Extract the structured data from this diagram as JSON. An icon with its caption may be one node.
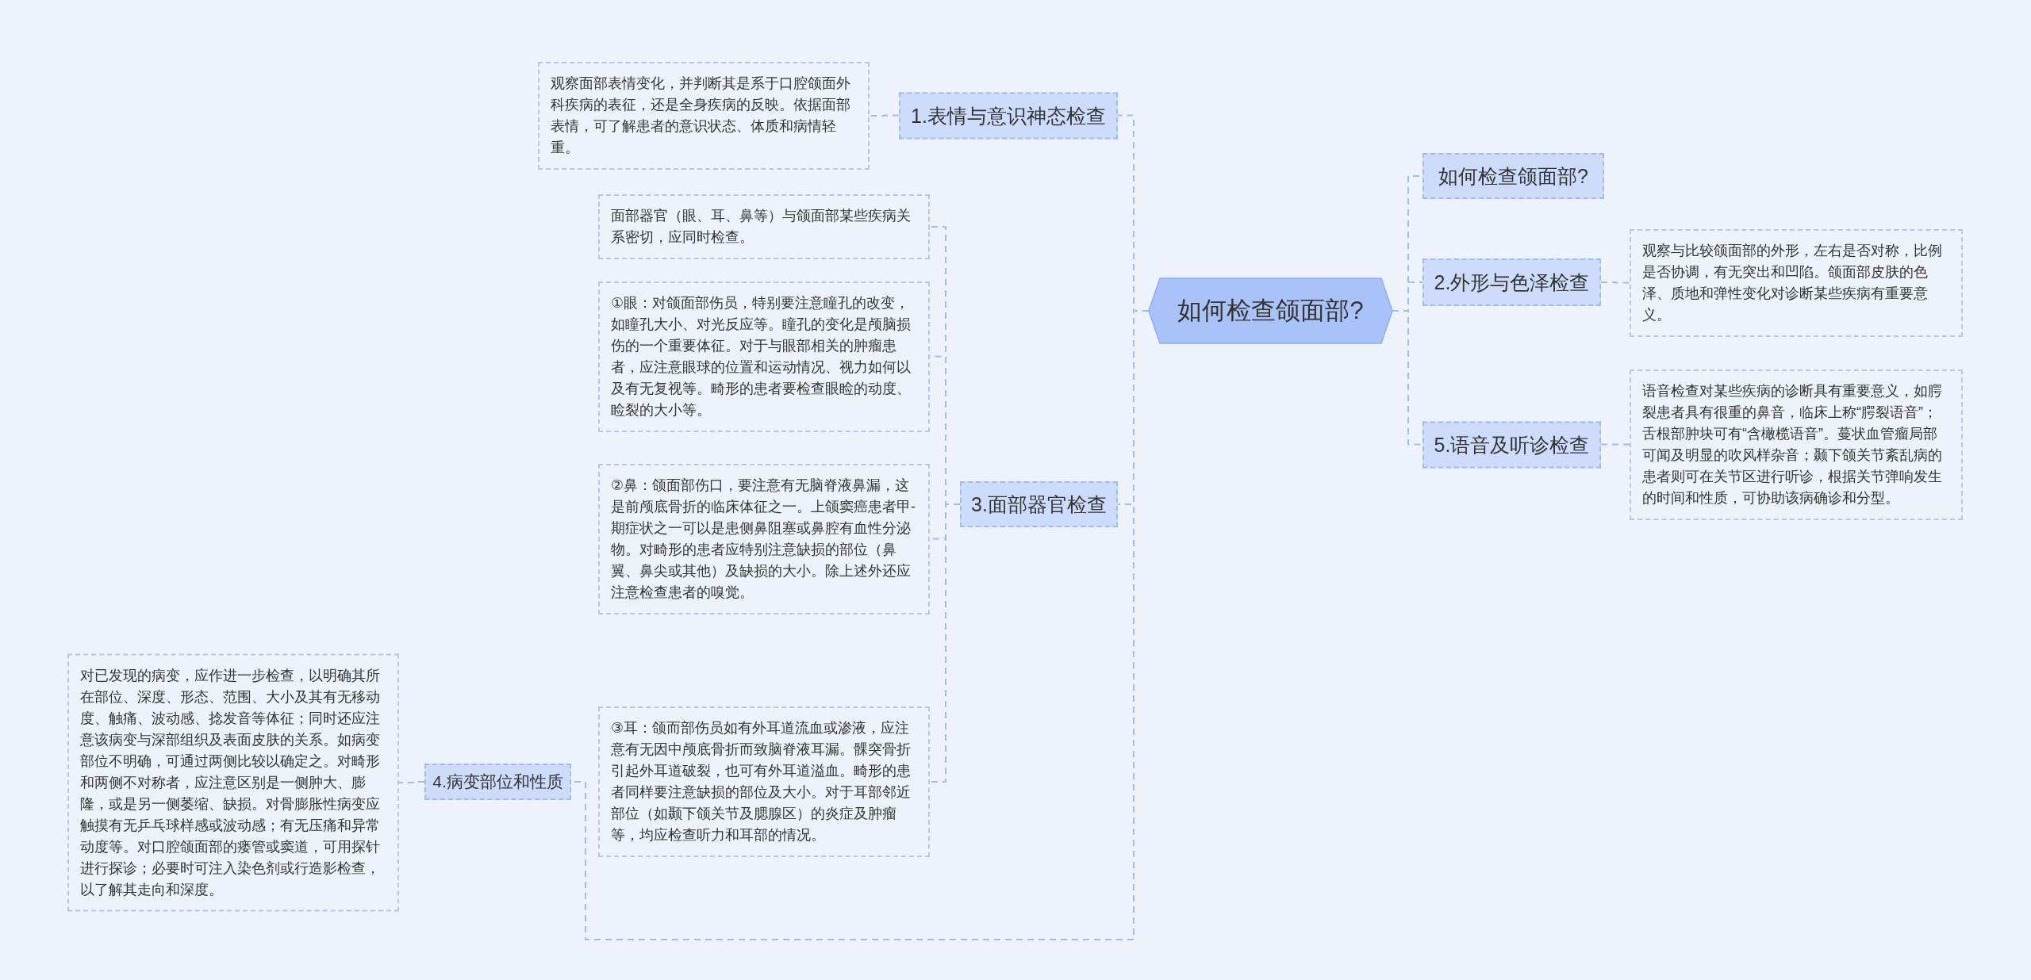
{
  "diagram": {
    "nodes": [
      {
        "text": [
          "如何检查颌面部?"
        ]
      },
      {
        "text": [
          "1.表情与意识神态检查"
        ]
      },
      {
        "text": [
          "观察面部表情变化，并判断其是系于口腔颌面外科疾病的表征，还是全身疾病的反映。依据面部表情，可了解患者的意识状态、体质和病情轻重。"
        ]
      },
      {
        "text": [
          "3.面部器官检查"
        ]
      },
      {
        "text": [
          "面部器官（眼、耳、鼻等）与颌面部某些疾病关系密切，应同时检查。"
        ]
      },
      {
        "text": [
          "①眼：对颌面部伤员，特别要注意瞳孔的改变，如瞳孔大小、对光反应等。瞳孔的变化是颅脑损伤的一个重要体征。对于与眼部相关的肿瘤患者，应注意眼球的位置和运动情况、视力如何以及有无复视等。畸形的患者要检查眼睑的动度、睑裂的大小等。"
        ]
      },
      {
        "text": [
          "②鼻：颌面部伤口，要注意有无脑脊液鼻漏，这是前颅底骨折的临床体征之一。上颌窦癌患者甲-期症状之一可以是患侧鼻阻塞或鼻腔有血性分泌物。对畸形的患者应特别注意缺损的部位（鼻翼、鼻尖或其他）及缺损的大小。除上述外还应注意检查患者的嗅觉。"
        ]
      },
      {
        "text": [
          "③耳：颌而部伤员如有外耳道流血或渗液，应注意有无因中颅底骨折而致脑脊液耳漏。髁突骨折引起外耳道破裂，也可有外耳道溢血。畸形的患者同样要注意缺损的部位及大小。对于耳部邻近部位（如颞下颌关节及腮腺区）的炎症及肿瘤等，均应检查听力和耳部的情况。"
        ]
      },
      {
        "text": [
          "4.病变部位和性质"
        ]
      },
      {
        "text": [
          "对已发现的病变，应作进一步检查，以明确其所在部位、深度、形态、范围、大小及其有无移动度、触痛、波动感、捻发音等体征；同时还应注意该病变与深部组织及表面皮肤的关系。如病变部位不明确，可通过两侧比较以确定之。对畸形和两侧不对称者，应注意区别是一侧肿大、膨隆，或是另一侧萎缩、缺损。对骨膨胀性病变应触摸有无乒乓球样感或波动感；有无压痛和异常动度等。对口腔颌面部的瘘管或窦道，可用探针进行探诊；必要时可注入染色剂或行造影检查，以了解其走向和深度。"
        ]
      },
      {
        "text": [
          "如何检查颌面部?"
        ]
      },
      {
        "text": [
          "2.外形与色泽检查"
        ]
      },
      {
        "text": [
          "观察与比较颌面部的外形，左右是否对称，比例是否协调，有无突出和凹陷。颌面部皮肤的色泽、质地和弹性变化对诊断某些疾病有重要意义。"
        ]
      },
      {
        "text": [
          "5.语音及听诊检查"
        ]
      },
      {
        "text": [
          "语音检查对某些疾病的诊断具有重要意义，如腭裂患者具有很重的鼻音，临床上称“腭裂语音”；舌根部肿块可有“含橄榄语音”。蔓状血管瘤局部可闻及明显的吹风样杂音；颞下颌关节紊乱病的患者则可在关节区进行听诊，根据关节弹响发生的时间和性质，可协助该病确诊和分型。"
        ]
      }
    ],
    "edges": [
      {
        "from": 0,
        "to": 1,
        "arrow": "none"
      },
      {
        "from": 1,
        "to": 2,
        "arrow": "none"
      },
      {
        "from": 0,
        "to": 3,
        "arrow": "none"
      },
      {
        "from": 3,
        "to": 4,
        "arrow": "none"
      },
      {
        "from": 3,
        "to": 5,
        "arrow": "none"
      },
      {
        "from": 3,
        "to": 6,
        "arrow": "none"
      },
      {
        "from": 3,
        "to": 7,
        "arrow": "none"
      },
      {
        "from": 0,
        "to": 8,
        "arrow": "none"
      },
      {
        "from": 8,
        "to": 9,
        "arrow": "none"
      },
      {
        "from": 0,
        "to": 10,
        "arrow": "none"
      },
      {
        "from": 0,
        "to": 11,
        "arrow": "none"
      },
      {
        "from": 11,
        "to": 12,
        "arrow": "none"
      },
      {
        "from": 0,
        "to": 13,
        "arrow": "none"
      },
      {
        "from": 13,
        "to": 14,
        "arrow": "none"
      }
    ]
  }
}
